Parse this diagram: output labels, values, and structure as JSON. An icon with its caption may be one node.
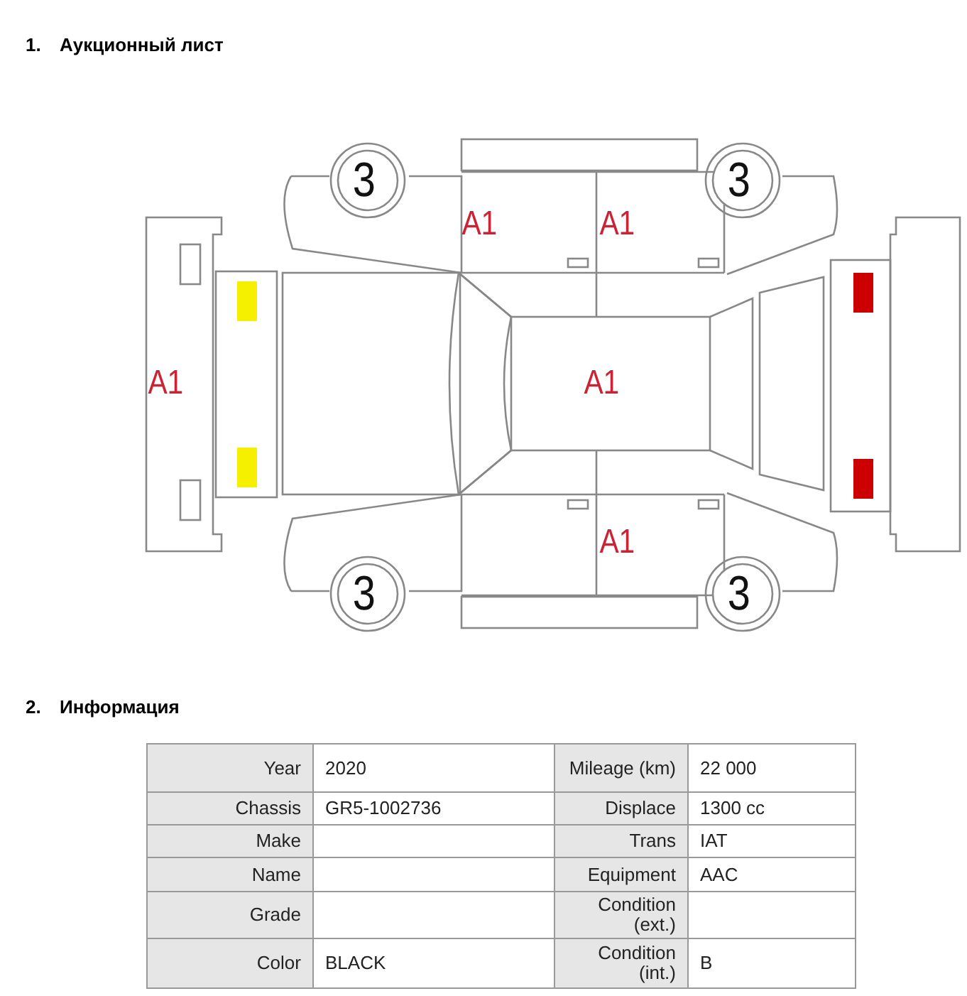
{
  "diagram": {
    "labels": [
      "1.",
      "Аукционный лист",
      "3",
      "3",
      "A1",
      "A1",
      "A1",
      "A1",
      "A1",
      "3",
      "3",
      "2.",
      "Информация",
      "Year",
      "2020",
      "Mileage (km)",
      "22 000",
      "Chassis",
      "GR5-1002736",
      "Displace",
      "1300 cc",
      "Make",
      "Trans",
      "IAT",
      "Name",
      "Equipment",
      "AAC",
      "Grade",
      "Condition (ext.)",
      "Color",
      "BLACK",
      "Condition (int.)",
      "B"
    ]
  }
}
